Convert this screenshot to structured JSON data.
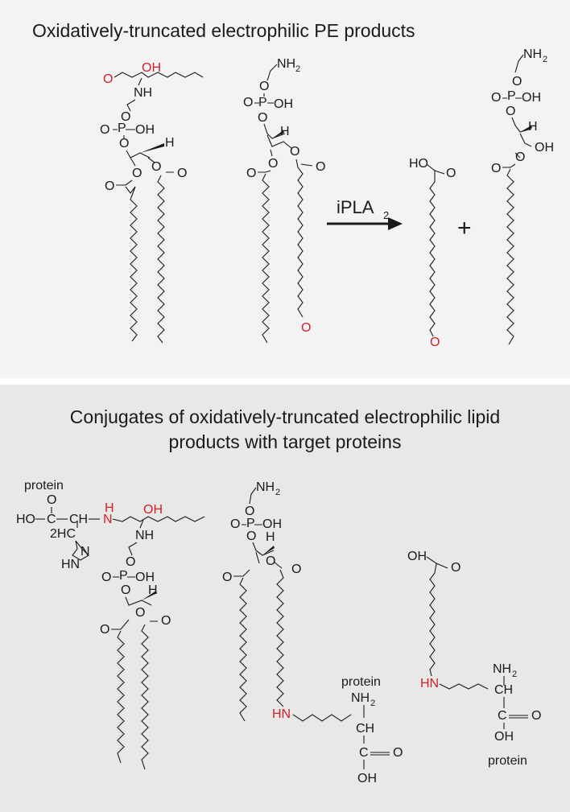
{
  "colors": {
    "panel_top": "#f3f3f3",
    "panel_bottom": "#e8e8e6",
    "heteroatom_red": "#d0202a",
    "ink": "#1a1a1a"
  },
  "top": {
    "title": "Oxidatively-truncated electrophilic PE products",
    "enzyme_label": "iPLA",
    "enzyme_subscript": "2",
    "plus_sign": "+"
  },
  "bottom": {
    "title_line1": "Conjugates of oxidatively-truncated electrophilic lipid",
    "title_line2": "products with target proteins"
  },
  "atoms": {
    "O": "O",
    "OH": "OH",
    "HO": "HO",
    "NH": "NH",
    "H": "H",
    "N": "N",
    "HN": "HN",
    "P": "P",
    "C": "C",
    "CH": "CH",
    "NH2": "NH",
    "two": "2",
    "HO_C": "HO",
    "two_HC": "2HC",
    "protein": "protein"
  }
}
